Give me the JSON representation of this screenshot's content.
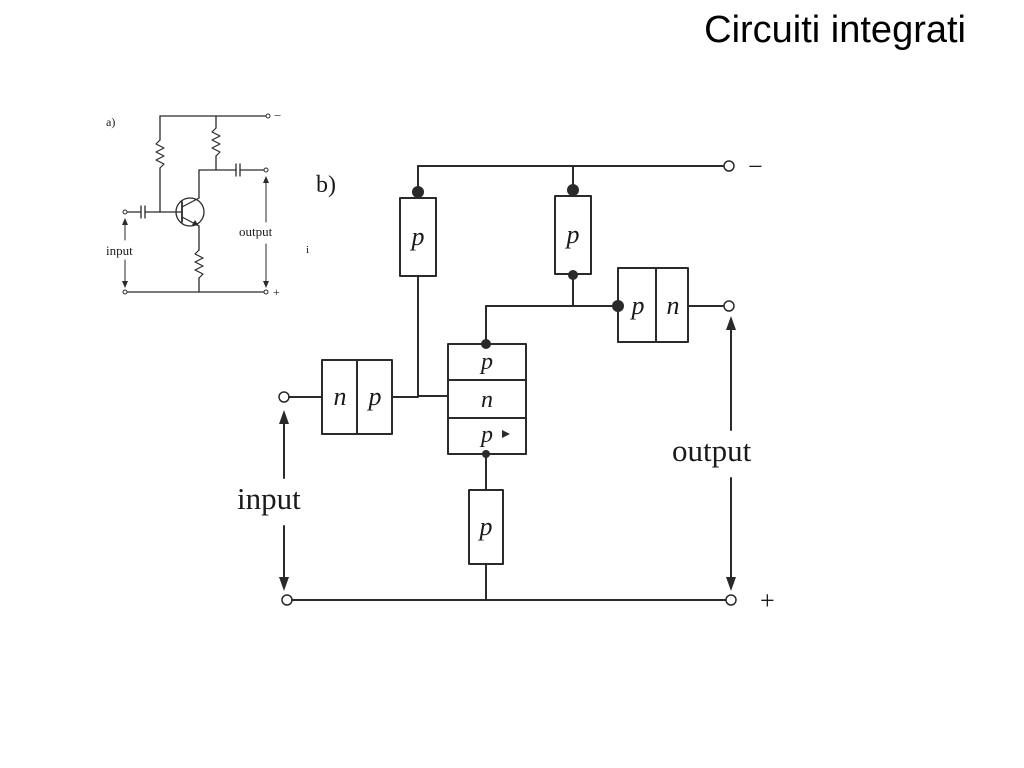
{
  "slide": {
    "title": "Circuiti integrati"
  },
  "diagram_a": {
    "label": "a)",
    "minus": "−",
    "plus": "+",
    "input_label": "input",
    "output_label": "output",
    "stray_mark": "i"
  },
  "diagram_b": {
    "label": "b)",
    "minus": "−",
    "plus": "+",
    "input_label": "input",
    "output_label": "output",
    "region_p": "p",
    "region_n": "n"
  },
  "colors": {
    "ink": "#2a2a2a",
    "background": "#ffffff"
  }
}
